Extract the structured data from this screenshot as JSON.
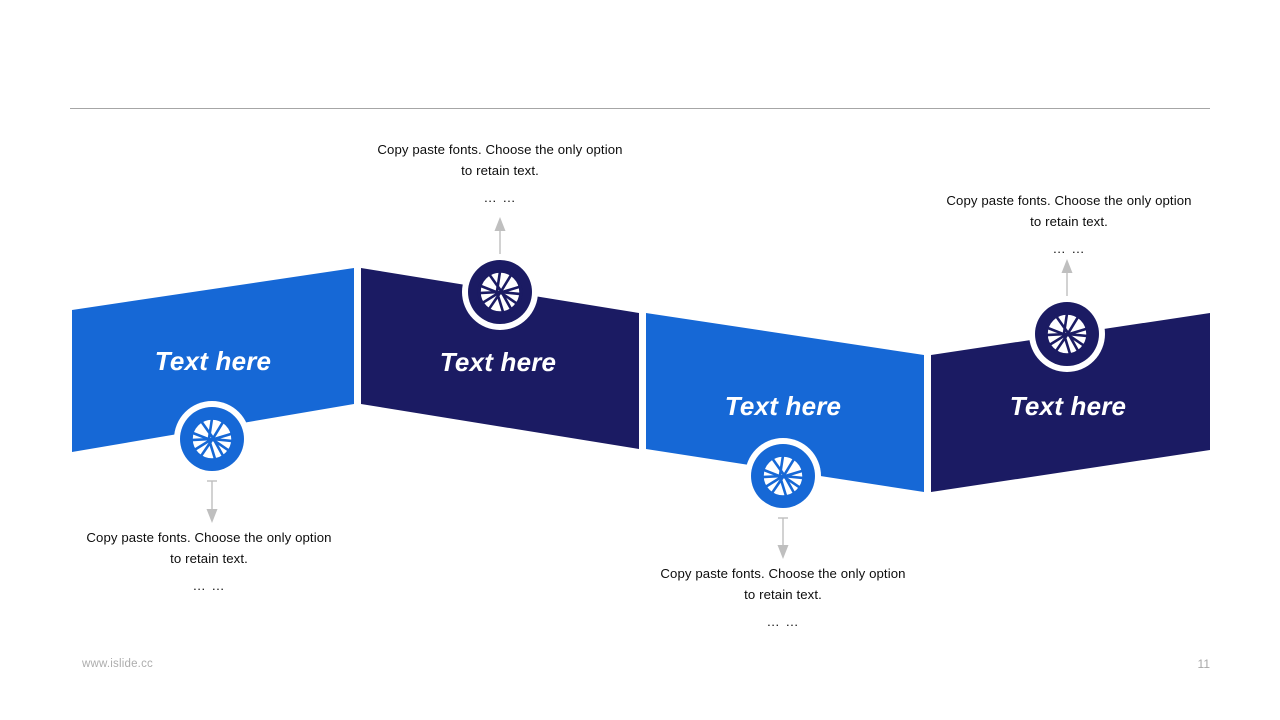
{
  "slide": {
    "page_number": "11",
    "footer_url": "www.islide.cc",
    "colors": {
      "blue": "#1668D6",
      "navy": "#1B1B63",
      "rule": "#a6a6a6",
      "connector": "#bfbfbf",
      "label_text": "#ffffff",
      "caption_text": "#0d0d0d",
      "footer_text": "#adadad",
      "background": "#ffffff"
    }
  },
  "panels": [
    {
      "id": "panel-1",
      "label": "Text here",
      "color": "#1668D6",
      "icon": "network-globe-icon",
      "icon_color": "#1668D6",
      "caption": {
        "line1": "Copy paste fonts. Choose the only",
        "line2": "option to retain text.",
        "dots": "… …"
      },
      "caption_position": "below",
      "connector": "arrow-down"
    },
    {
      "id": "panel-2",
      "label": "Text here",
      "color": "#1B1B63",
      "icon": "network-globe-icon",
      "icon_color": "#1B1B63",
      "caption": {
        "line1": "Copy paste fonts. Choose the only",
        "line2": "option to retain text.",
        "dots": "… …"
      },
      "caption_position": "above",
      "connector": "arrow-up"
    },
    {
      "id": "panel-3",
      "label": "Text here",
      "color": "#1668D6",
      "icon": "network-globe-icon",
      "icon_color": "#1668D6",
      "caption": {
        "line1": "Copy paste fonts. Choose the only",
        "line2": "option to retain text.",
        "dots": "… …"
      },
      "caption_position": "below",
      "connector": "arrow-down"
    },
    {
      "id": "panel-4",
      "label": "Text here",
      "color": "#1B1B63",
      "icon": "network-globe-icon",
      "icon_color": "#1B1B63",
      "caption": {
        "line1": "Copy paste fonts. Choose the only",
        "line2": "option to retain text.",
        "dots": "… …"
      },
      "caption_position": "above",
      "connector": "arrow-up"
    }
  ]
}
